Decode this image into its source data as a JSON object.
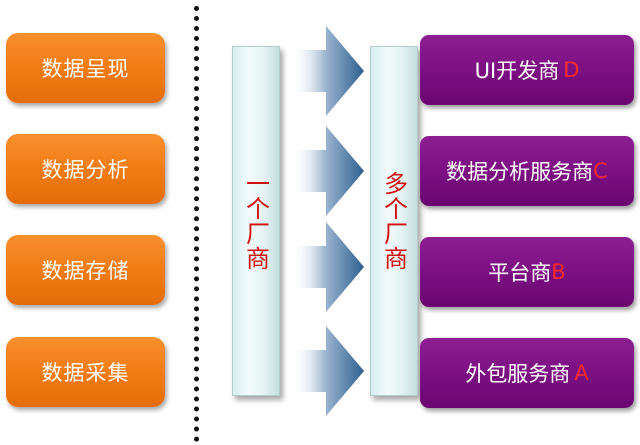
{
  "layers": [
    {
      "label": "数据呈现"
    },
    {
      "label": "数据分析"
    },
    {
      "label": "数据存储"
    },
    {
      "label": "数据采集"
    }
  ],
  "columns": {
    "single_vendor": "一个厂商",
    "multi_vendor": "多个厂商"
  },
  "vendors": [
    {
      "name": "UI开发商",
      "letter": "D"
    },
    {
      "name": "数据分析服务商",
      "letter": "C"
    },
    {
      "name": "平台商",
      "letter": "B"
    },
    {
      "name": "外包服务商",
      "letter": "A"
    }
  ],
  "colors": {
    "layer_orange": "#f07a12",
    "vendor_purple": "#7a0f80",
    "column_label_red": "#d01010",
    "vendor_letter_red": "#ff2a2a",
    "arrow_blue": "#2f5f8f"
  }
}
